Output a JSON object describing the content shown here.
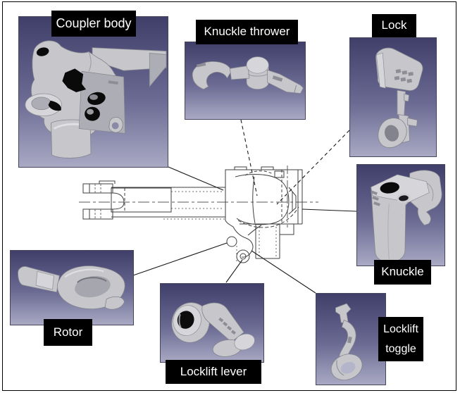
{
  "figure_type": "coupler-parts-identification-diagram",
  "style": {
    "canvas_bg": "#ffffff",
    "frame_border": "#000000",
    "viewer_gradient_top": "#3f3f6a",
    "viewer_gradient_bottom": "#a9a9c4",
    "viewer_border": "#45455c",
    "label_bg": "#000000",
    "label_text": "#ffffff",
    "part_gray": "#c6c6cb",
    "drawing_line": "#3f3f3f",
    "leader_line": "#1a1a1a"
  },
  "parts": {
    "coupler_body": {
      "label": "Coupler body"
    },
    "knuckle_thrower": {
      "label": "Knuckle thrower"
    },
    "lock": {
      "label": "Lock"
    },
    "knuckle": {
      "label": "Knuckle"
    },
    "rotor": {
      "label": "Rotor"
    },
    "locklift_lever": {
      "label": "Locklift lever"
    },
    "locklift_toggle": {
      "label": "Locklift toggle",
      "line1": "Locklift",
      "line2": "toggle"
    }
  }
}
